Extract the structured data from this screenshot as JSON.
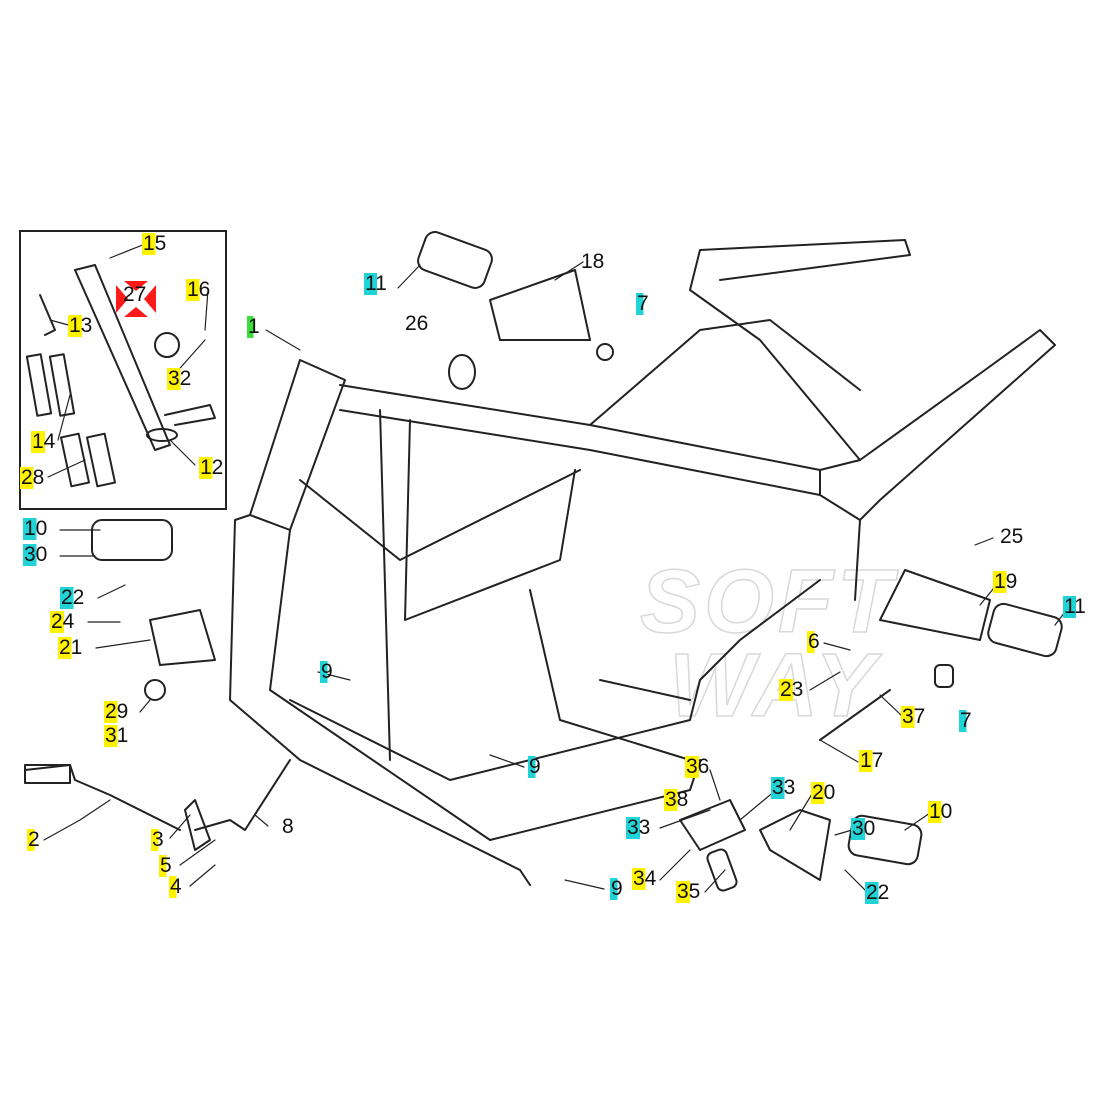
{
  "diagram": {
    "title": "Motorcycle frame, footrests, side stand and pedals exploded view",
    "watermark": "SOFTWAY",
    "colors": {
      "yellow": "#fff200",
      "cyan": "#1fd3d6",
      "green": "#3ddc3d",
      "red": "#ff1a1a",
      "line": "#222222"
    },
    "labels": [
      {
        "text": "15",
        "hl": "yellow"
      },
      {
        "text": "27",
        "hl": "red-marker"
      },
      {
        "text": "16",
        "hl": "yellow"
      },
      {
        "text": "13",
        "hl": "yellow"
      },
      {
        "text": "32",
        "hl": "yellow"
      },
      {
        "text": "14",
        "hl": "yellow"
      },
      {
        "text": "12",
        "hl": "yellow"
      },
      {
        "text": "28",
        "hl": "yellow"
      },
      {
        "text": "11",
        "hl": "cyan"
      },
      {
        "text": "18",
        "hl": "none"
      },
      {
        "text": "7",
        "hl": "cyan"
      },
      {
        "text": "26",
        "hl": "none"
      },
      {
        "text": "1",
        "hl": "green"
      },
      {
        "text": "10",
        "hl": "cyan"
      },
      {
        "text": "30",
        "hl": "cyan"
      },
      {
        "text": "22",
        "hl": "cyan"
      },
      {
        "text": "24",
        "hl": "yellow"
      },
      {
        "text": "21",
        "hl": "yellow"
      },
      {
        "text": "29",
        "hl": "yellow"
      },
      {
        "text": "31",
        "hl": "yellow"
      },
      {
        "text": "9",
        "hl": "cyan"
      },
      {
        "text": "9",
        "hl": "cyan"
      },
      {
        "text": "2",
        "hl": "yellow"
      },
      {
        "text": "3",
        "hl": "yellow"
      },
      {
        "text": "8",
        "hl": "none"
      },
      {
        "text": "5",
        "hl": "yellow"
      },
      {
        "text": "4",
        "hl": "yellow"
      },
      {
        "text": "25",
        "hl": "none"
      },
      {
        "text": "19",
        "hl": "yellow"
      },
      {
        "text": "11",
        "hl": "cyan"
      },
      {
        "text": "6",
        "hl": "yellow"
      },
      {
        "text": "23",
        "hl": "yellow"
      },
      {
        "text": "37",
        "hl": "yellow"
      },
      {
        "text": "7",
        "hl": "cyan"
      },
      {
        "text": "17",
        "hl": "yellow"
      },
      {
        "text": "36",
        "hl": "yellow"
      },
      {
        "text": "33",
        "hl": "cyan"
      },
      {
        "text": "20",
        "hl": "yellow"
      },
      {
        "text": "38",
        "hl": "yellow"
      },
      {
        "text": "30",
        "hl": "cyan"
      },
      {
        "text": "10",
        "hl": "yellow"
      },
      {
        "text": "33",
        "hl": "cyan"
      },
      {
        "text": "34",
        "hl": "yellow"
      },
      {
        "text": "35",
        "hl": "yellow"
      },
      {
        "text": "22",
        "hl": "cyan"
      },
      {
        "text": "9",
        "hl": "cyan"
      }
    ]
  }
}
